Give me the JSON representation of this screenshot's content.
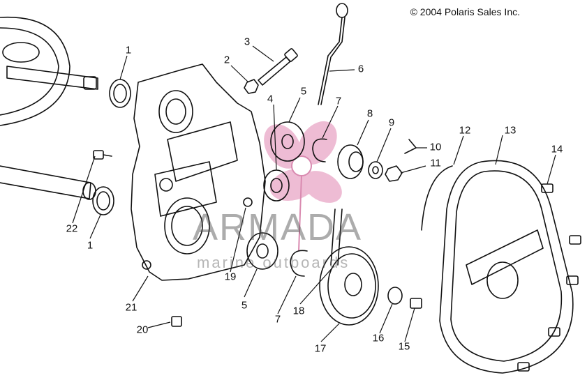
{
  "copyright": "© 2004 Polaris Sales Inc.",
  "callouts": [
    "1",
    "2",
    "3",
    "4",
    "5",
    "6",
    "7",
    "8",
    "9",
    "10",
    "11",
    "12",
    "13",
    "14",
    "22",
    "1",
    "19",
    "5",
    "7",
    "18",
    "17",
    "16",
    "15",
    "21",
    "20"
  ],
  "watermark": {
    "title": "ARMADA",
    "subtitle": "marine outboards"
  },
  "colors": {
    "ink": "#111111",
    "watermark_pink": "#e9a6c6",
    "watermark_gray": "#5a5a5a"
  }
}
